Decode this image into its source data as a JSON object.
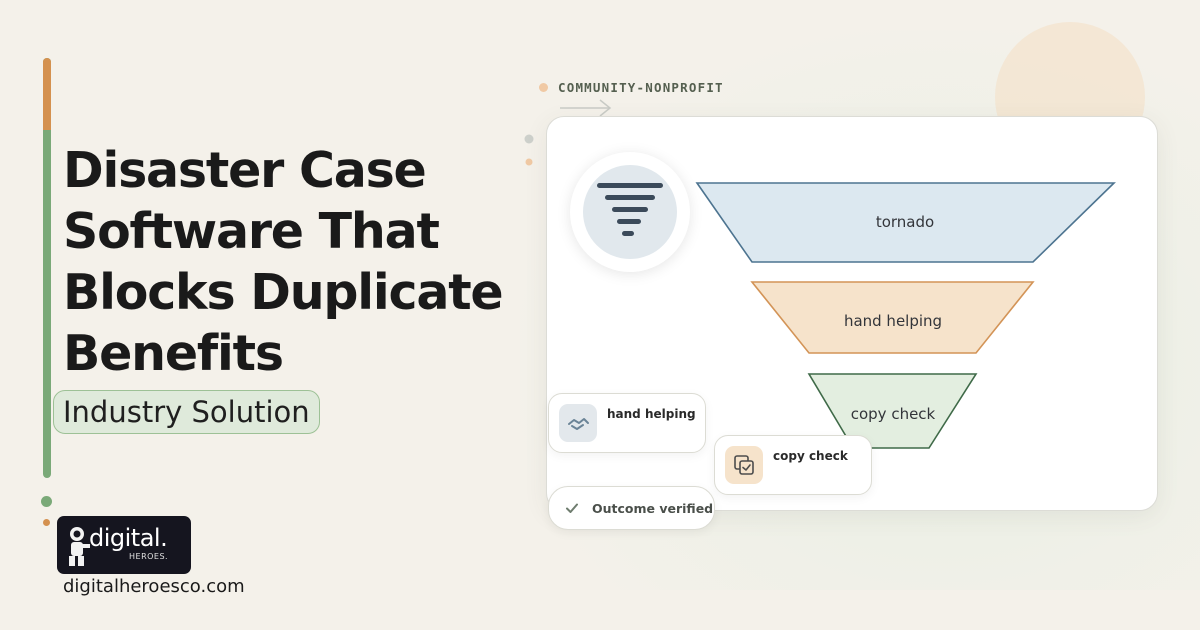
{
  "headline": {
    "line1": "Disaster Case",
    "line2": "Software That",
    "line3": "Blocks Duplicate",
    "line4": "Benefits"
  },
  "tag": "Industry Solution",
  "brand": {
    "logo_word": "digital.",
    "logo_sub": "HEROES.",
    "url": "digitalheroesco.com"
  },
  "category": "COMMUNITY-NONPROFIT",
  "funnel": {
    "stages": [
      {
        "label": "tornado",
        "fill": "#dce8f0",
        "stroke": "#4d7490"
      },
      {
        "label": "hand helping",
        "fill": "#f6e3cb",
        "stroke": "#d39457"
      },
      {
        "label": "copy check",
        "fill": "#e3eee0",
        "stroke": "#3f6a48"
      }
    ]
  },
  "cards": {
    "hand_helping": "hand helping",
    "copy_check": "copy check",
    "outcome": "Outcome verified"
  },
  "icons": {
    "filter": "filter-icon",
    "handshake": "handshake-icon",
    "copy_check": "copy-check-icon",
    "check": "check-icon"
  },
  "colors": {
    "accent_green": "#7aa978",
    "accent_orange": "#d4914f",
    "background": "#f4f1ea"
  }
}
